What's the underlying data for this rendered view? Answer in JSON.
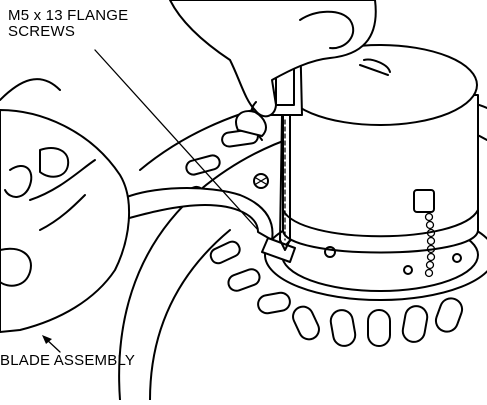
{
  "callouts": {
    "screws": {
      "line1": "M5 x 13 FLANGE",
      "line2": "SCREWS"
    },
    "blade": {
      "label": "BLADE ASSEMBLY"
    }
  },
  "colors": {
    "ink": "#000000",
    "paper": "#ffffff"
  }
}
